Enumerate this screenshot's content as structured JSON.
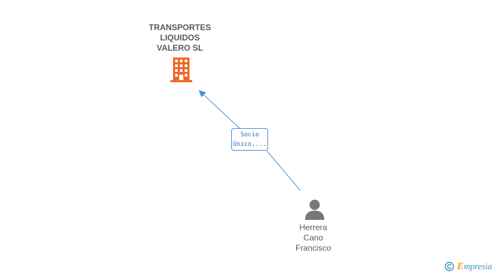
{
  "company": {
    "name_lines": [
      "TRANSPORTES",
      "LIQUIDOS",
      "VALERO SL"
    ],
    "icon": "building-icon",
    "color": "#f26522"
  },
  "relation": {
    "label_lines": [
      "Socio",
      "Único,..."
    ],
    "color": "#4a8fd8"
  },
  "person": {
    "name_lines": [
      "Herrera",
      "Cano",
      "Francisco"
    ],
    "icon": "person-icon",
    "color": "#777777"
  },
  "brand": {
    "copyright_symbol": "©",
    "initial": "E",
    "rest": "mpresia",
    "initial_color": "#e8a317",
    "rest_color": "#3a8fc4"
  }
}
